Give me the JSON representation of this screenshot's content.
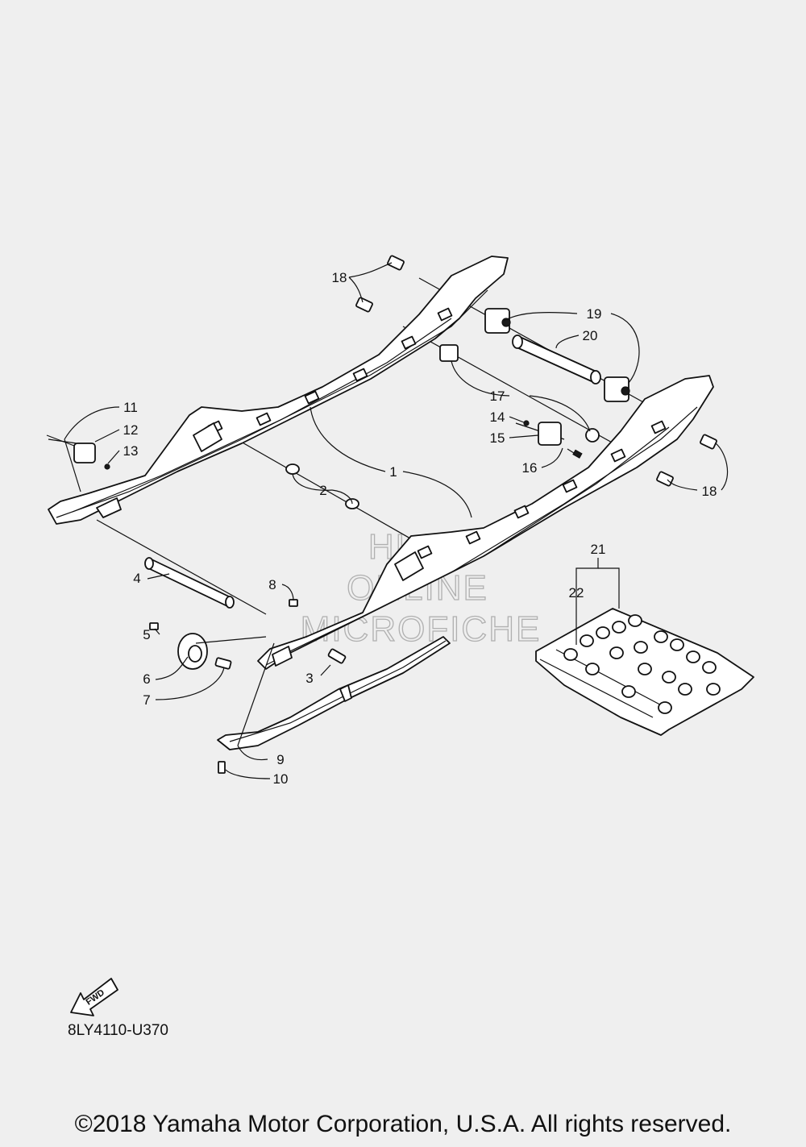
{
  "callouts": [
    {
      "id": "c1",
      "text": "1"
    },
    {
      "id": "c2",
      "text": "2"
    },
    {
      "id": "c3",
      "text": "3"
    },
    {
      "id": "c4",
      "text": "4"
    },
    {
      "id": "c5",
      "text": "5"
    },
    {
      "id": "c6",
      "text": "6"
    },
    {
      "id": "c7",
      "text": "7"
    },
    {
      "id": "c8",
      "text": "8"
    },
    {
      "id": "c9",
      "text": "9"
    },
    {
      "id": "c10",
      "text": "10"
    },
    {
      "id": "c11",
      "text": "11"
    },
    {
      "id": "c12",
      "text": "12"
    },
    {
      "id": "c13",
      "text": "13"
    },
    {
      "id": "c14",
      "text": "14"
    },
    {
      "id": "c15",
      "text": "15"
    },
    {
      "id": "c16",
      "text": "16"
    },
    {
      "id": "c17",
      "text": "17"
    },
    {
      "id": "c18a",
      "text": "18"
    },
    {
      "id": "c18b",
      "text": "18"
    },
    {
      "id": "c19",
      "text": "19"
    },
    {
      "id": "c20",
      "text": "20"
    },
    {
      "id": "c21",
      "text": "21"
    },
    {
      "id": "c22",
      "text": "22"
    }
  ],
  "watermark": {
    "line1": "HLSM",
    "line2": "ONLINE",
    "line3": "MICROFICHE"
  },
  "direction_badge": "FWD",
  "diagram_code": "8LY4110-U370",
  "copyright": "©2018 Yamaha Motor Corporation, U.S.A. All rights reserved."
}
